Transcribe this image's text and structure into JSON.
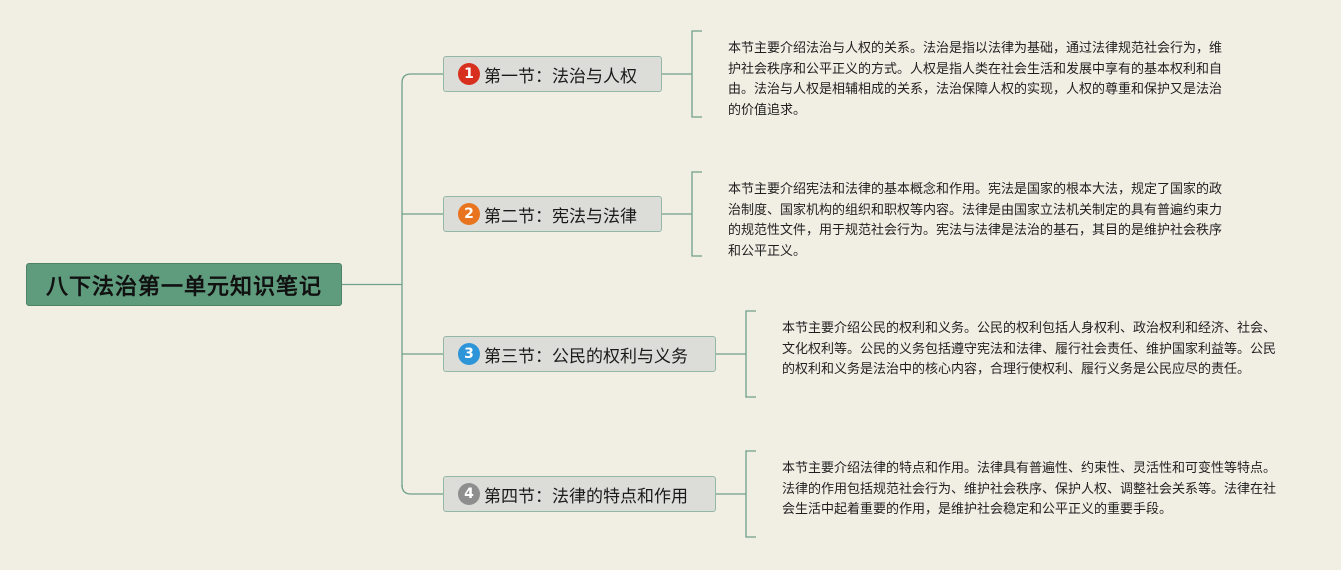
{
  "root": {
    "label": "八下法治第一单元知识笔记"
  },
  "branches": [
    {
      "number": "1",
      "title": "第一节：法治与人权",
      "badge_color": "#d8301f",
      "note": "本节主要介绍法治与人权的关系。法治是指以法律为基础，通过法律规范社会行为，维护社会秩序和公平正义的方式。人权是指人类在社会生活和发展中享有的基本权利和自由。法治与人权是相辅相成的关系，法治保障人权的实现，人权的尊重和保护又是法治的价值追求。"
    },
    {
      "number": "2",
      "title": "第二节：宪法与法律",
      "badge_color": "#e8741f",
      "note": "本节主要介绍宪法和法律的基本概念和作用。宪法是国家的根本大法，规定了国家的政治制度、国家机构的组织和职权等内容。法律是由国家立法机关制定的具有普遍约束力的规范性文件，用于规范社会行为。宪法与法律是法治的基石，其目的是维护社会秩序和公平正义。"
    },
    {
      "number": "3",
      "title": "第三节：公民的权利与义务",
      "badge_color": "#2e95d8",
      "note": "本节主要介绍公民的权利和义务。公民的权利包括人身权利、政治权利和经济、社会、文化权利等。公民的义务包括遵守宪法和法律、履行社会责任、维护国家利益等。公民的权利和义务是法治中的核心内容，合理行使权利、履行义务是公民应尽的责任。"
    },
    {
      "number": "4",
      "title": "第四节：法律的特点和作用",
      "badge_color": "#8e8e8e",
      "note": "本节主要介绍法律的特点和作用。法律具有普遍性、约束性、灵活性和可变性等特点。法律的作用包括规范社会行为、维护社会秩序、保护人权、调整社会关系等。法律在社会生活中起着重要的作用，是维护社会稳定和公平正义的重要手段。"
    }
  ],
  "colors": {
    "background": "#f1eee4",
    "root_fill": "#5f9b7d",
    "branch_fill": "#dcdcd9",
    "connector": "#6fa08b"
  }
}
